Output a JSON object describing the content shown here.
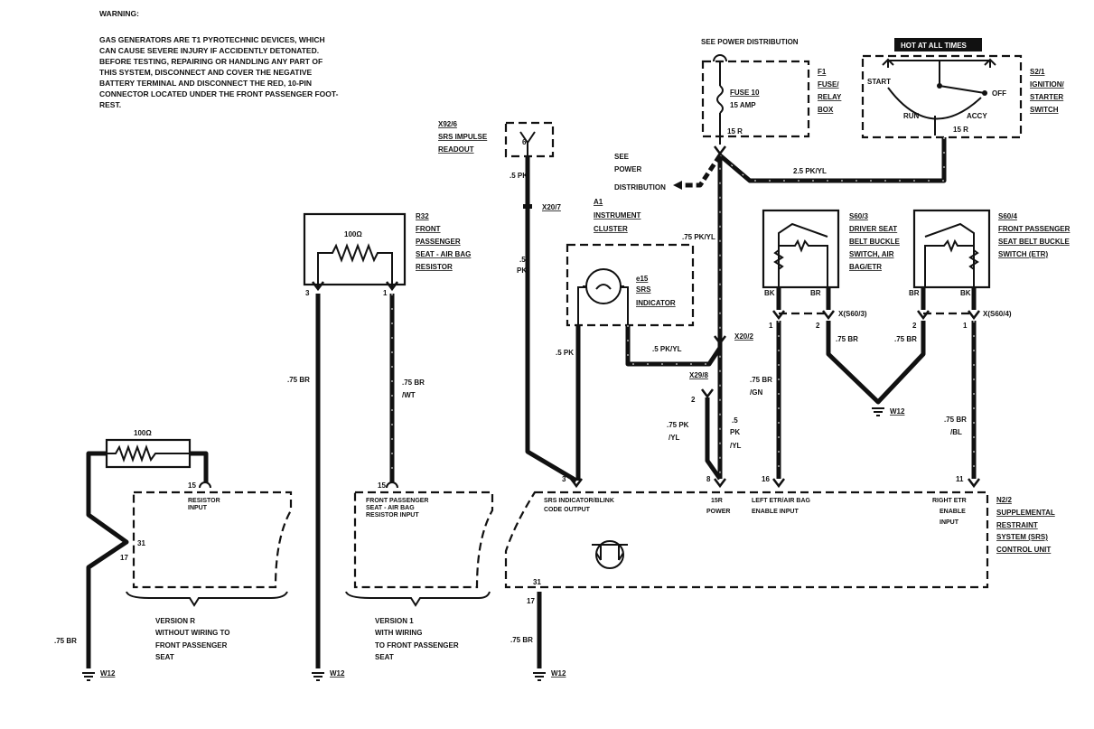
{
  "warning": {
    "title": "WARNING:",
    "lines": [
      "GAS GENERATORS ARE T1 PYROTECHNIC DEVICES, WHICH",
      "CAN CAUSE SEVERE INJURY IF ACCIDENTLY DETONATED.",
      "BEFORE TESTING, REPAIRING OR HANDLING ANY PART OF",
      "THIS SYSTEM, DISCONNECT AND COVER THE NEGATIVE",
      "BATTERY TERMINAL AND DISCONNECT THE RED, 10-PIN",
      "CONNECTOR LOCATED UNDER THE FRONT PASSENGER FOOT-",
      "REST."
    ]
  },
  "power": {
    "see_power_top": "SEE POWER DISTRIBUTION",
    "see_power_left": [
      "SEE",
      "POWER",
      "DISTRIBUTION"
    ],
    "fuse_label": "FUSE 10",
    "fuse_amp": "15 AMP",
    "fuse_wire": "15 R",
    "f1_label": [
      "F1",
      "FUSE/",
      "RELAY",
      "BOX"
    ],
    "hot_label": "HOT AT ALL TIMES",
    "ign_positions": {
      "start": "START",
      "off": "OFF",
      "run": "RUN",
      "accy": "ACCY"
    },
    "ign_wire": "15 R",
    "s21_label": [
      "S2/1",
      "IGNITION/",
      "STARTER",
      "SWITCH"
    ],
    "feed_wire": "2.5 PK/YL",
    "main_wire": ".75 PK/YL"
  },
  "x92": {
    "label": [
      "X92/6",
      "SRS IMPULSE",
      "READOUT"
    ],
    "pin": "6",
    "wire1": ".5 PK",
    "connector": "X20/7",
    "wire2": [
      ".5",
      "PK"
    ]
  },
  "a1": {
    "label": [
      "A1",
      "INSTRUMENT",
      "CLUSTER"
    ],
    "indicator": [
      "e15",
      "SRS",
      "INDICATOR"
    ],
    "wire_left": ".5 PK",
    "wire_right": ".5 PK/YL",
    "connector": "X20/2"
  },
  "r32": {
    "label": [
      "R32",
      "FRONT",
      "PASSENGER",
      "SEAT - AIR BAG",
      "RESISTOR"
    ],
    "resistance": "100Ω",
    "pin3": "3",
    "pin1": "1",
    "wire_left": ".75 BR",
    "wire_right": [
      ".75 BR",
      "/WT"
    ]
  },
  "x29": {
    "connector": "X29/8",
    "pin": "2",
    "wire_a": [
      ".75 PK",
      "/YL"
    ],
    "wire_b": [
      ".5",
      "PK",
      "/YL"
    ]
  },
  "s603": {
    "label": [
      "S60/3",
      "DRIVER SEAT",
      "BELT BUCKLE",
      "SWITCH, AIR",
      "BAG/ETR"
    ],
    "bk": "BK",
    "br": "BR",
    "connector": "X(S60/3)",
    "pin1": "1",
    "pin2": "2",
    "wire_left": [
      ".75 BR",
      "/GN"
    ],
    "wire_right": ".75 BR"
  },
  "s604": {
    "label": [
      "S60/4",
      "FRONT PASSENGER",
      "SEAT BELT BUCKLE",
      "SWITCH (ETR)"
    ],
    "br": "BR",
    "bk": "BK",
    "connector": "X(S60/4)",
    "pin2": "2",
    "pin1": "1",
    "wire_left": ".75 BR",
    "wire_right": [
      ".75 BR",
      "/BL"
    ]
  },
  "ground": "W12",
  "n22": {
    "label": [
      "N2/2",
      "SUPPLEMENTAL",
      "RESTRAINT",
      "SYSTEM (SRS)",
      "CONTROL UNIT"
    ],
    "pins": {
      "p3": "3",
      "p8": "8",
      "p16": "16",
      "p11": "11",
      "p31": "31",
      "p17": "17"
    },
    "srs_out": [
      "SRS INDICATOR/BLINK",
      "CODE OUTPUT"
    ],
    "power": [
      "15R",
      "POWER"
    ],
    "left_etr": [
      "LEFT ETR/AIR BAG",
      "ENABLE INPUT"
    ],
    "right_etr": [
      "RIGHT ETR",
      "ENABLE",
      "INPUT"
    ],
    "ground_wire": ".75 BR"
  },
  "version_r": {
    "resistance": "100Ω",
    "pin15": "15",
    "input": [
      "RESISTOR",
      "INPUT"
    ],
    "pin31": "31",
    "pin17": "17",
    "caption": [
      "VERSION R",
      "WITHOUT WIRING TO",
      "FRONT PASSENGER",
      "SEAT"
    ],
    "wire": ".75 BR"
  },
  "version_1": {
    "pin15": "15",
    "input": [
      "FRONT PASSENGER",
      "SEAT - AIR BAG",
      "RESISTOR INPUT"
    ],
    "caption": [
      "VERSION 1",
      "WITH WIRING",
      "TO FRONT PASSENGER",
      "SEAT"
    ]
  }
}
